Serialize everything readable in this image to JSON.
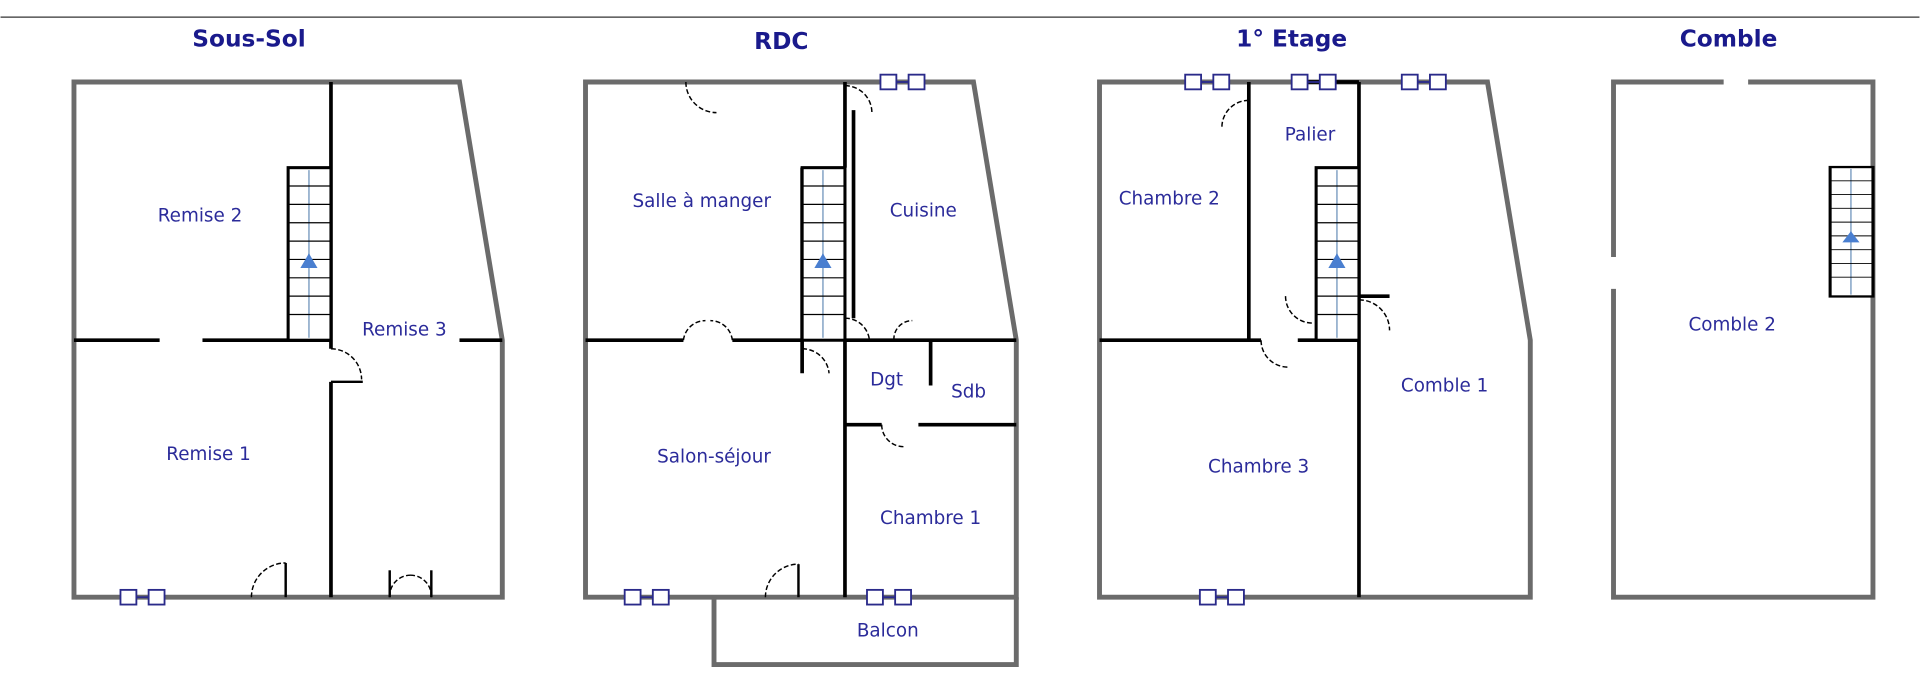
{
  "levels": [
    {
      "title": "Sous-Sol",
      "rooms": [
        "Remise 2",
        "Remise 3",
        "Remise 1"
      ]
    },
    {
      "title": "RDC",
      "rooms": [
        "Salle à manger",
        "Cuisine",
        "Dgt",
        "Sdb",
        "Salon-séjour",
        "Chambre 1",
        "Balcon"
      ]
    },
    {
      "title": "1° Etage",
      "rooms": [
        "Palier",
        "Chambre 2",
        "Chambre 3",
        "Comble 1"
      ]
    },
    {
      "title": "Comble",
      "rooms": [
        "Comble 2"
      ]
    }
  ]
}
